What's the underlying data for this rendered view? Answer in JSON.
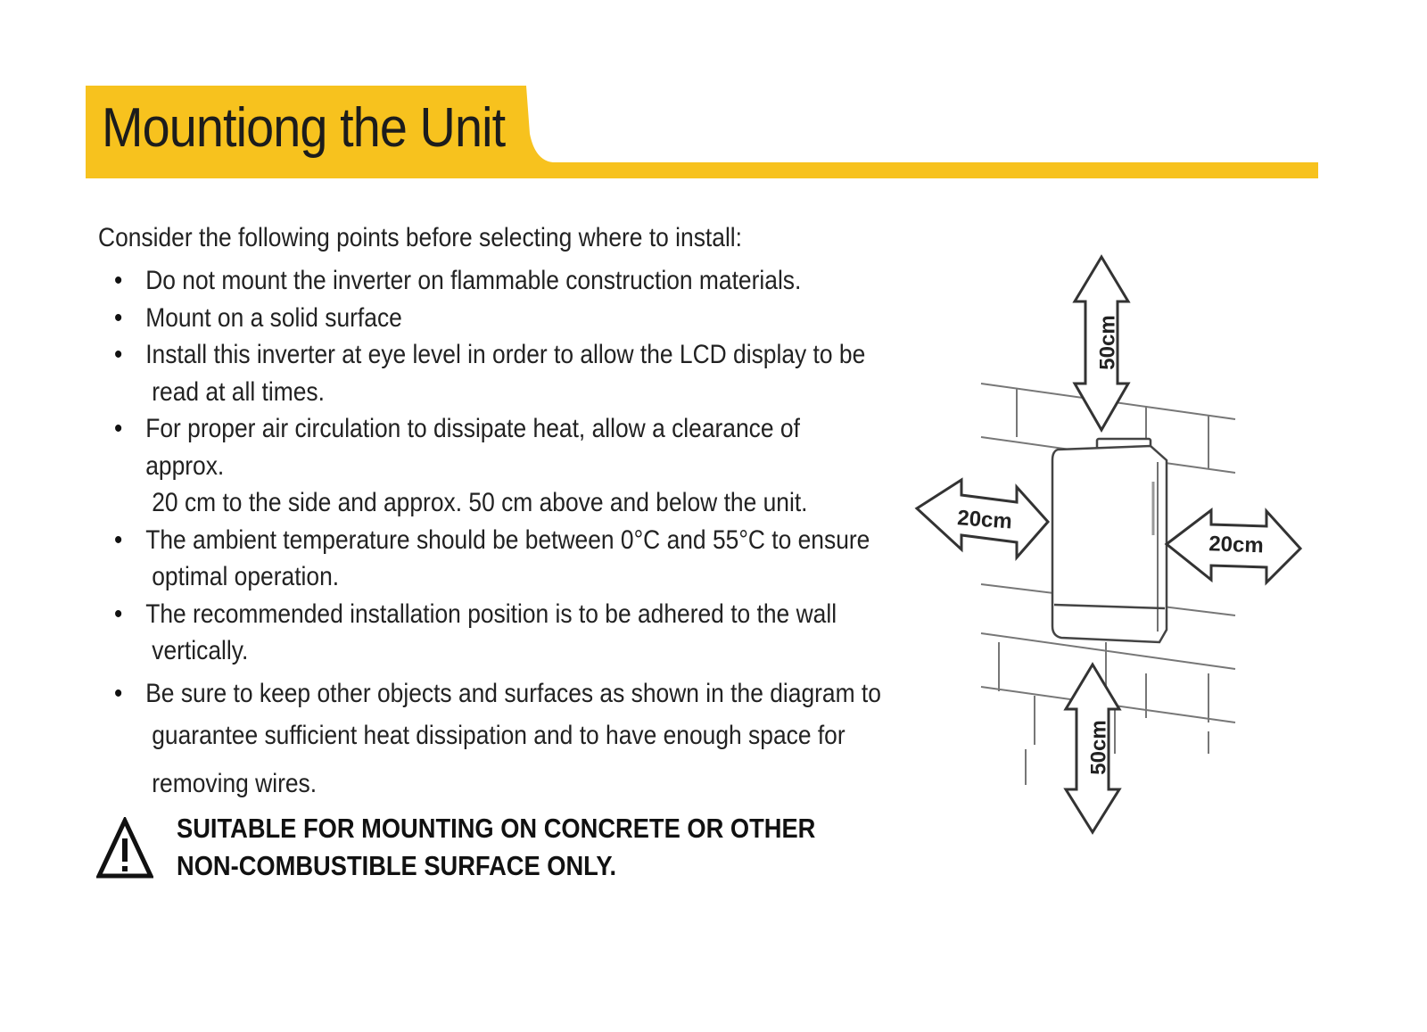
{
  "header": {
    "title": "Mountiong the Unit",
    "accent_color": "#f7c21e"
  },
  "intro": "Consider the following points before selecting where to install:",
  "bullets": [
    {
      "line1": "Do not mount the inverter on flammable construction materials.",
      "line2": "",
      "line3": ""
    },
    {
      "line1": "Mount on a solid surface",
      "line2": "",
      "line3": ""
    },
    {
      "line1": "Install this inverter at eye level in order to allow the LCD display to be",
      "line2": "read at all times.",
      "line3": ""
    },
    {
      "line1": "For proper air circulation to dissipate heat, allow a clearance of approx.",
      "line2": "20 cm to the side and approx. 50 cm above and below the unit.",
      "line3": ""
    },
    {
      "line1": "The ambient temperature should be between 0°C and 55°C to ensure",
      "line2": "optimal operation.",
      "line3": ""
    },
    {
      "line1": "The recommended installation position is to be adhered to the wall",
      "line2": "vertically.",
      "line3": ""
    },
    {
      "line1": "Be sure to keep other objects and surfaces as shown in the diagram to",
      "line2": "guarantee sufficient heat dissipation and to have enough space for",
      "line3": "removing wires."
    }
  ],
  "warning": {
    "line1": "SUITABLE FOR MOUNTING ON CONCRETE OR OTHER",
    "line2": "NON-COMBUSTIBLE SURFACE ONLY."
  },
  "diagram": {
    "top_label": "50cm",
    "bottom_label": "50cm",
    "left_label": "20cm",
    "right_label": "20cm"
  }
}
